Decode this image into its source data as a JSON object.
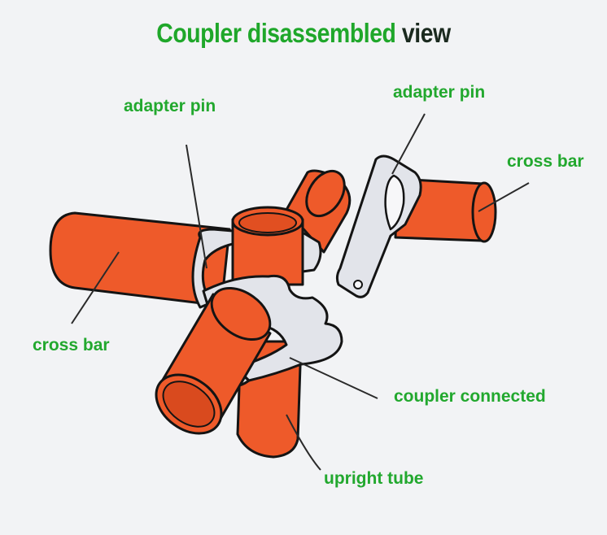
{
  "title": {
    "part_green": "Coupler disassembled",
    "part_dark": "view"
  },
  "labels": {
    "adapter_pin_left": "adapter pin",
    "adapter_pin_right": "adapter pin",
    "cross_bar_right": "cross bar",
    "cross_bar_left": "cross bar",
    "coupler_connected": "coupler connected",
    "upright_tube": "upright tube"
  },
  "colors": {
    "tube": "#ee5a2a",
    "tube_outline": "#141414",
    "metal": "#e2e4ea",
    "label_green": "#22a82e",
    "background": "#f2f3f5"
  }
}
